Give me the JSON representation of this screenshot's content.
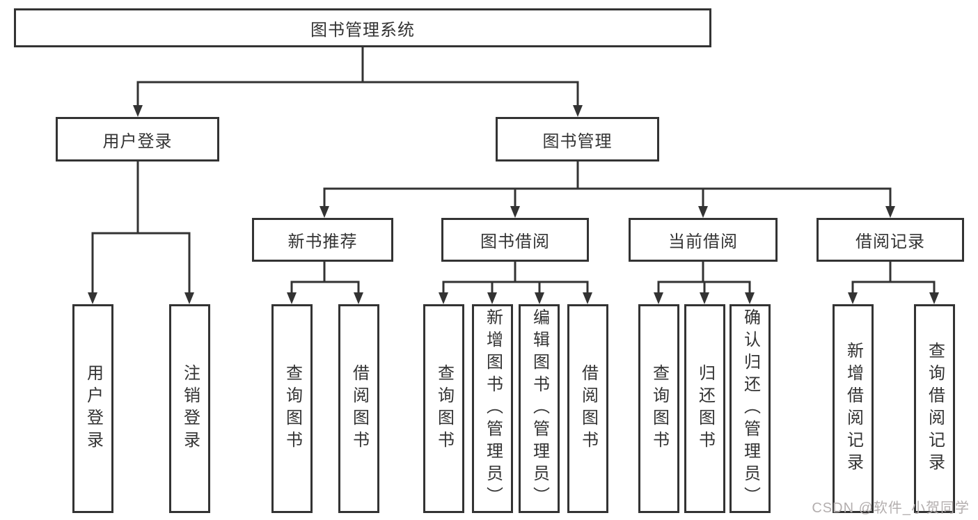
{
  "diagram": {
    "root": {
      "label": "图书管理系统"
    },
    "level2": {
      "user_login": {
        "label": "用户登录"
      },
      "book_management": {
        "label": "图书管理"
      }
    },
    "level3": {
      "new_book_recommend": {
        "label": "新书推荐"
      },
      "book_borrow": {
        "label": "图书借阅"
      },
      "current_borrow": {
        "label": "当前借阅"
      },
      "borrow_record": {
        "label": "借阅记录"
      }
    },
    "leaves": {
      "user_login_leaf": {
        "label": "用户登录",
        "parent": "用户登录"
      },
      "logout_leaf": {
        "label": "注销登录",
        "parent": "用户登录"
      },
      "nbr_query_books": {
        "label": "查询图书",
        "parent": "新书推荐"
      },
      "nbr_borrow_books": {
        "label": "借阅图书",
        "parent": "新书推荐"
      },
      "bb_query_books": {
        "label": "查询图书",
        "parent": "图书借阅"
      },
      "bb_add_books": {
        "label": "新增图书（管理员）",
        "parent": "图书借阅"
      },
      "bb_edit_books": {
        "label": "编辑图书（管理员）",
        "parent": "图书借阅"
      },
      "bb_borrow_books": {
        "label": "借阅图书",
        "parent": "图书借阅"
      },
      "cb_query_books": {
        "label": "查询图书",
        "parent": "当前借阅"
      },
      "cb_return_books": {
        "label": "归还图书",
        "parent": "当前借阅"
      },
      "cb_confirm_return": {
        "label": "确认归还（管理员）",
        "parent": "当前借阅"
      },
      "br_add_record": {
        "label": "新增借阅记录",
        "parent": "借阅记录"
      },
      "br_query_record": {
        "label": "查询借阅记录",
        "parent": "借阅记录"
      }
    }
  },
  "watermark": "CSDN @软件_小贺同学",
  "colors": {
    "line": "#333333",
    "text": "#333333",
    "background": "#ffffff",
    "watermark": "#b3aeae"
  }
}
